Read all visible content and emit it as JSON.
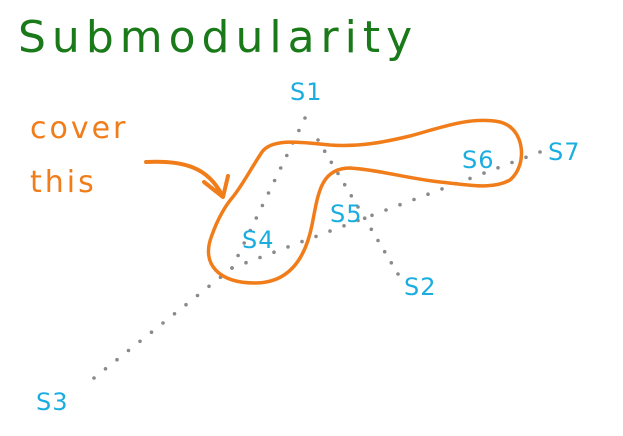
{
  "title": "Submodularity",
  "annotation": {
    "line1": "cover",
    "line2": "this"
  },
  "colors": {
    "title": "#1a7a1a",
    "annotation": "#f07d1a",
    "labels": "#1aaee0",
    "dots": "#8a8a8a"
  },
  "nodes": [
    {
      "id": "s1",
      "label": "S1"
    },
    {
      "id": "s2",
      "label": "S2"
    },
    {
      "id": "s3",
      "label": "S3"
    },
    {
      "id": "s4",
      "label": "S4"
    },
    {
      "id": "s5",
      "label": "S5"
    },
    {
      "id": "s6",
      "label": "S6"
    },
    {
      "id": "s7",
      "label": "S7"
    }
  ]
}
